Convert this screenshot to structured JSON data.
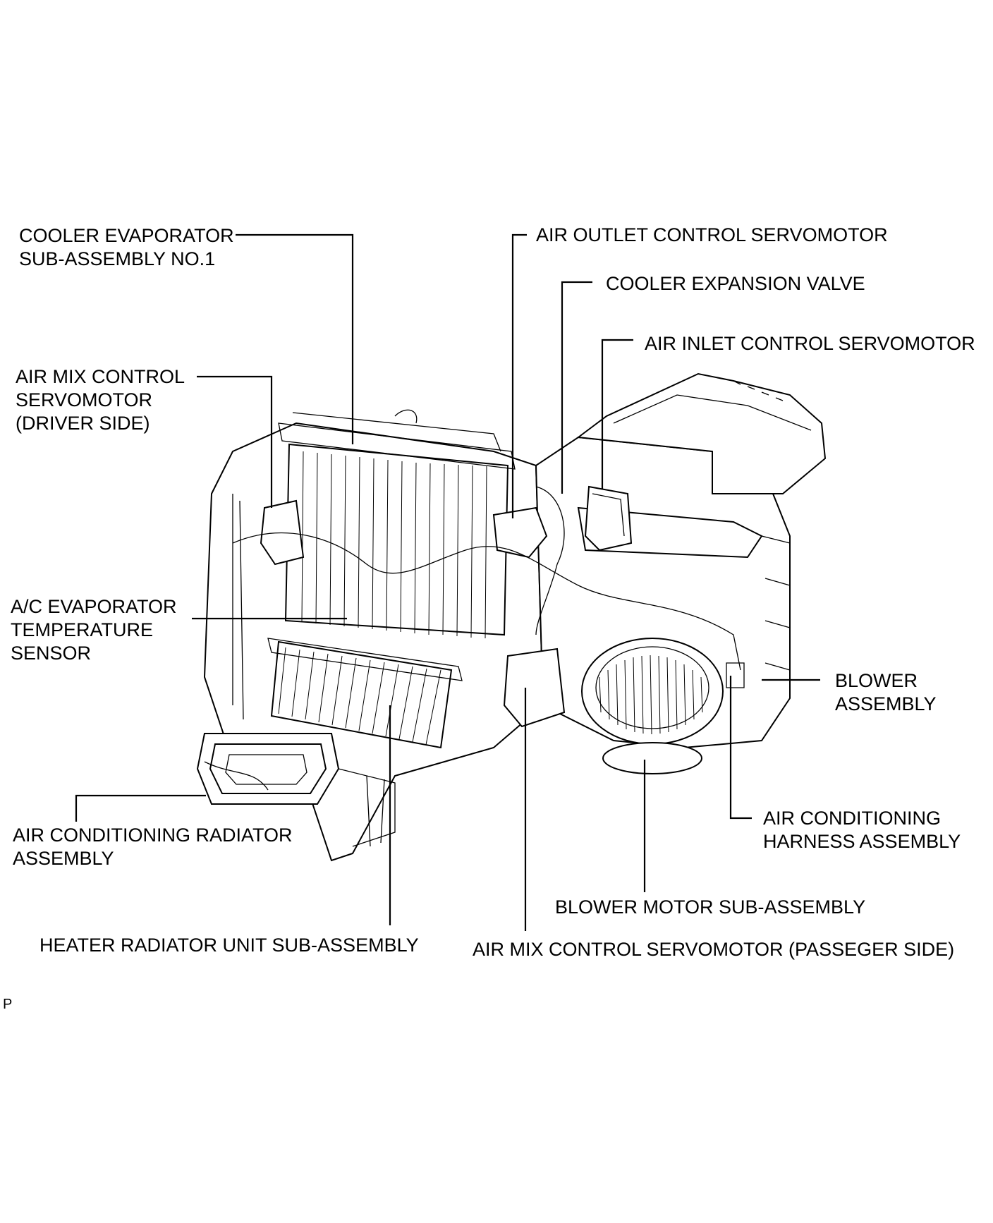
{
  "labels": {
    "cooler_evaporator": [
      "COOLER EVAPORATOR",
      "SUB-ASSEMBLY NO.1"
    ],
    "air_mix_driver": [
      "AIR MIX CONTROL",
      "SERVOMOTOR",
      "(DRIVER SIDE)"
    ],
    "ac_evap_temp_sensor": [
      "A/C EVAPORATOR",
      "TEMPERATURE",
      "SENSOR"
    ],
    "ac_radiator": [
      "AIR CONDITIONING RADIATOR",
      "ASSEMBLY"
    ],
    "heater_radiator": [
      "HEATER RADIATOR UNIT SUB-ASSEMBLY"
    ],
    "air_outlet_servo": [
      "AIR OUTLET CONTROL SERVOMOTOR"
    ],
    "cooler_expansion_valve": [
      "COOLER EXPANSION VALVE"
    ],
    "air_inlet_servo": [
      "AIR INLET CONTROL SERVOMOTOR"
    ],
    "blower_assembly": [
      "BLOWER",
      "ASSEMBLY"
    ],
    "ac_harness": [
      "AIR CONDITIONING",
      "HARNESS ASSEMBLY"
    ],
    "blower_motor": [
      "BLOWER MOTOR SUB-ASSEMBLY"
    ],
    "air_mix_passenger": [
      "AIR MIX CONTROL SERVOMOTOR (PASSEGER SIDE)"
    ]
  },
  "figure_code": "P"
}
